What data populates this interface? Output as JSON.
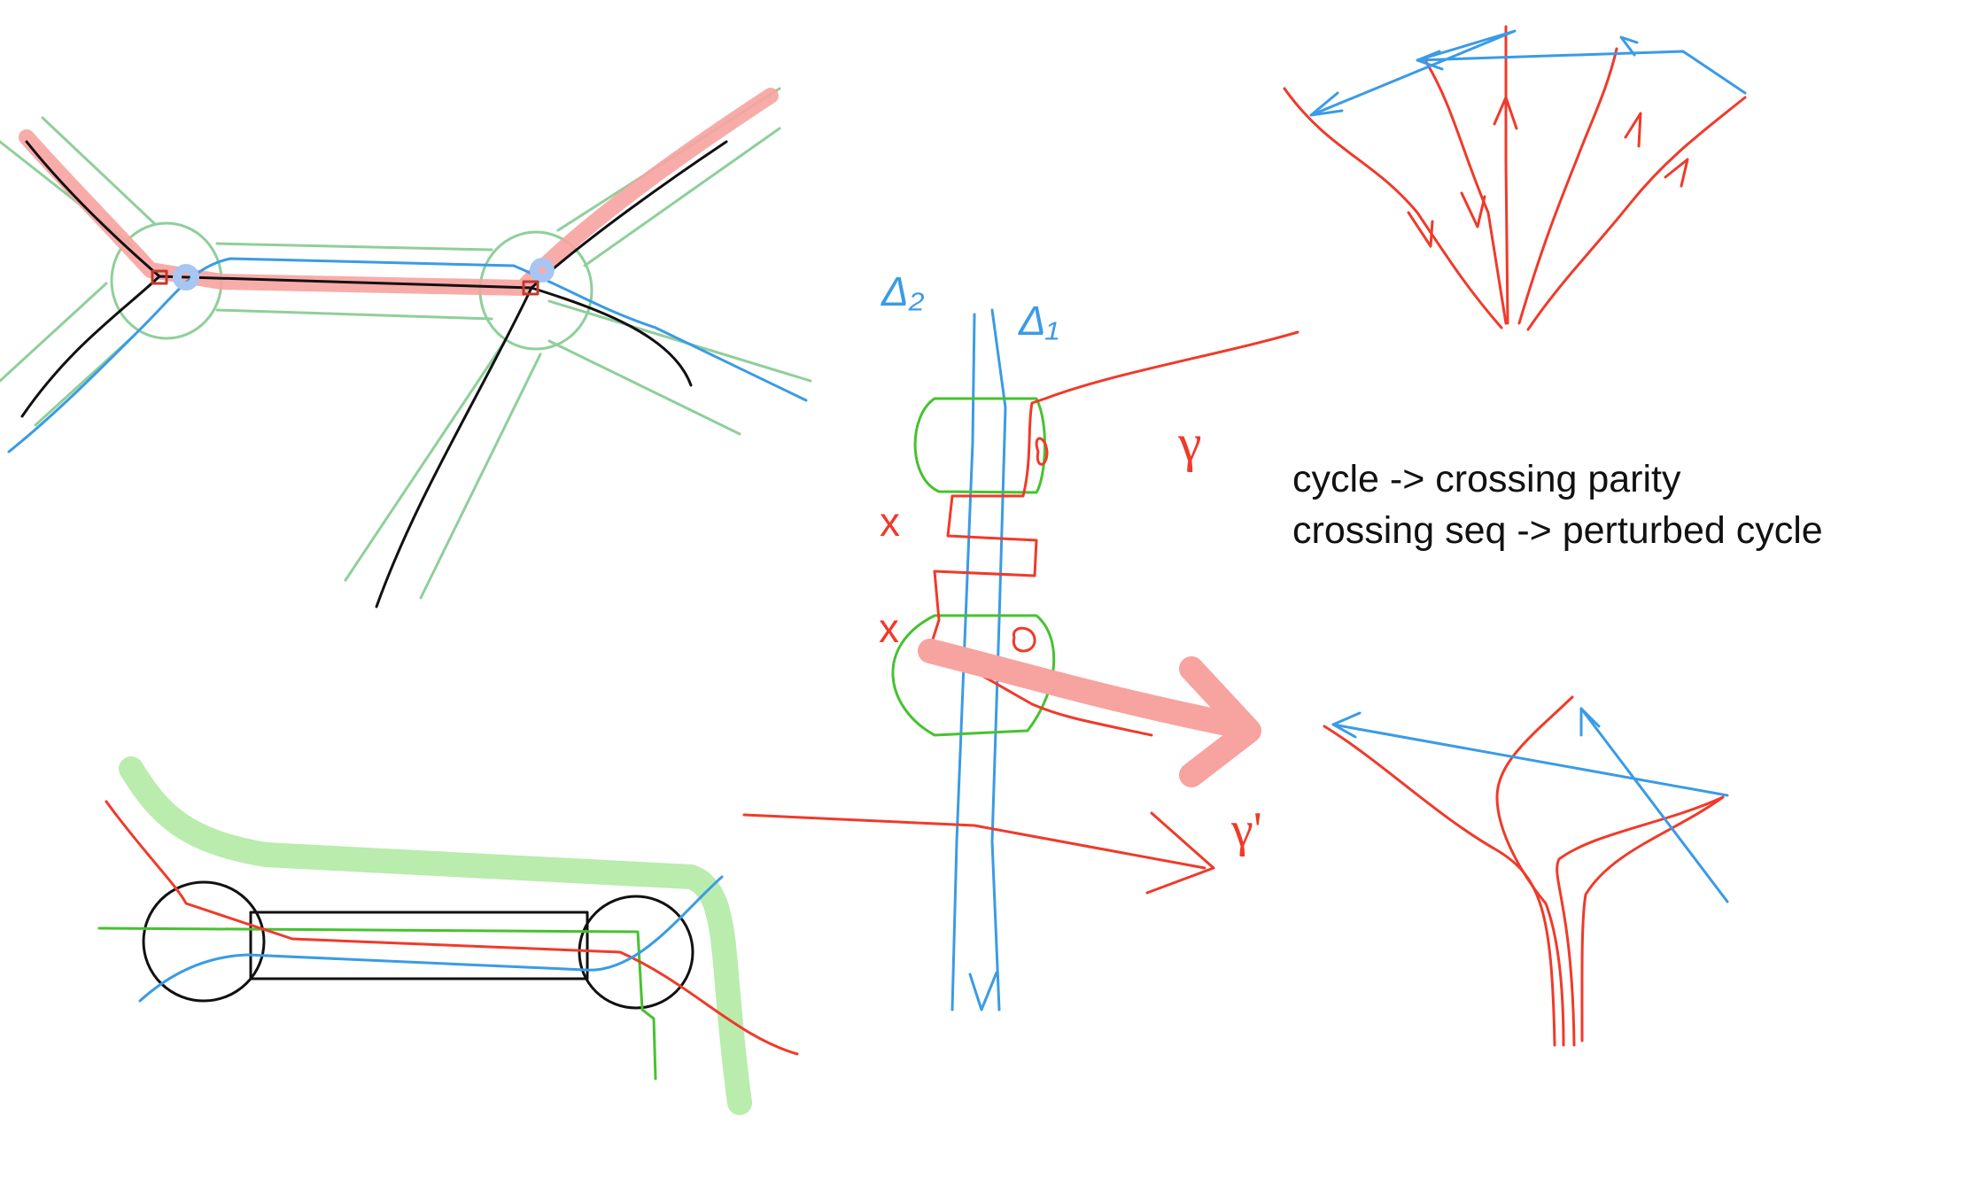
{
  "notes": {
    "line1": "cycle -> crossing parity",
    "line2": "crossing seq -> perturbed cycle"
  },
  "labels": {
    "delta2": "Δ₂",
    "delta1": "Δ₁",
    "gamma": "γ",
    "gamma_prime": "γ'",
    "x_mark_1": "x",
    "x_mark_2": "x",
    "o_mark_1": "o",
    "o_mark_2": "o"
  },
  "colors": {
    "red": "#f03a2a",
    "red_highlight": "#f7a3a0",
    "blue": "#3a9be6",
    "blue_highlight": "#a9c6f2",
    "green_thin": "#8fcf9a",
    "green_sketch": "#46c22f",
    "green_highlight": "#b9ecad",
    "black": "#111111"
  }
}
